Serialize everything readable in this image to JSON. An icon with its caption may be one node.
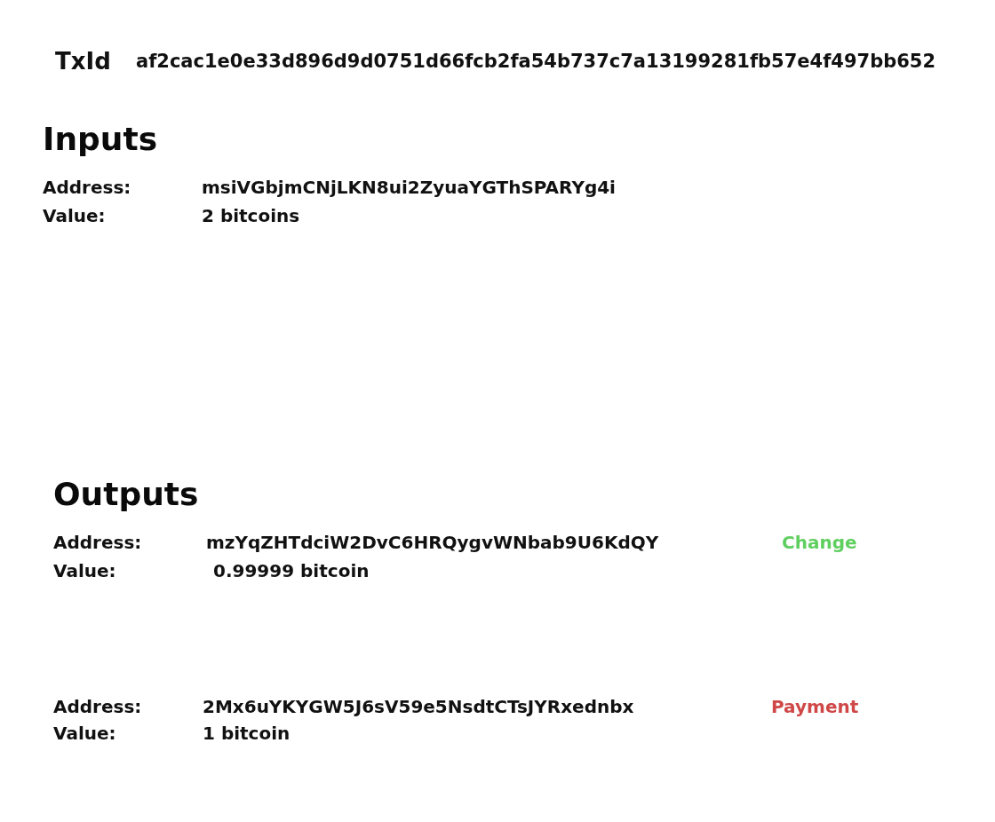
{
  "diagram": {
    "labels": [
      "TxId",
      "af2cac1e0e33d896d9d0751d66fcb2fa54b737c7a13199281fb57e4f497bb652",
      "Inputs",
      "Address:",
      "msiVGbjmCNjLKN8ui2ZyuaYGThSPARYg4i",
      "Value:",
      "2 bitcoins",
      "Outputs",
      "Address:",
      "mzYqZHTdciW2DvC6HRQygvWNbab9U6KdQY",
      "Change",
      "Value:",
      "0.99999 bitcoin",
      "Address:",
      "2Mx6uYKYGW5J6sV59e5NsdtCTsJYRxednbx",
      "Payment",
      "Value:",
      "1 bitcoin"
    ]
  }
}
